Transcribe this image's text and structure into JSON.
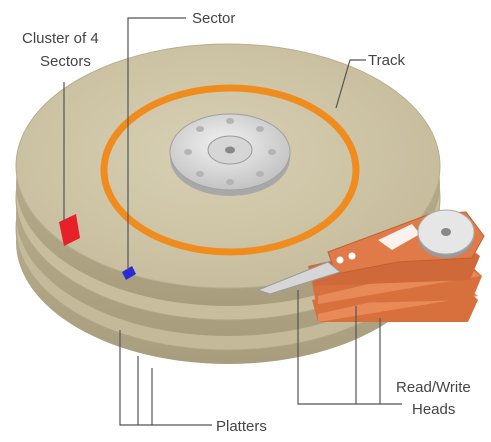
{
  "labels": {
    "cluster": [
      "Cluster of 4",
      "Sectors"
    ],
    "sector": "Sector",
    "track": "Track",
    "heads": [
      "Read/Write",
      "Heads"
    ],
    "platters": "Platters"
  },
  "colors": {
    "platter_top": "#cdc4a6",
    "platter_side": "#c2b898",
    "track": "#f08c1e",
    "cluster": "#e8202a",
    "sector": "#2a2ad8",
    "arm": "#e07a48",
    "hub": "#e2e2e2",
    "label_text": "#444444",
    "leader_line": "#555555"
  }
}
